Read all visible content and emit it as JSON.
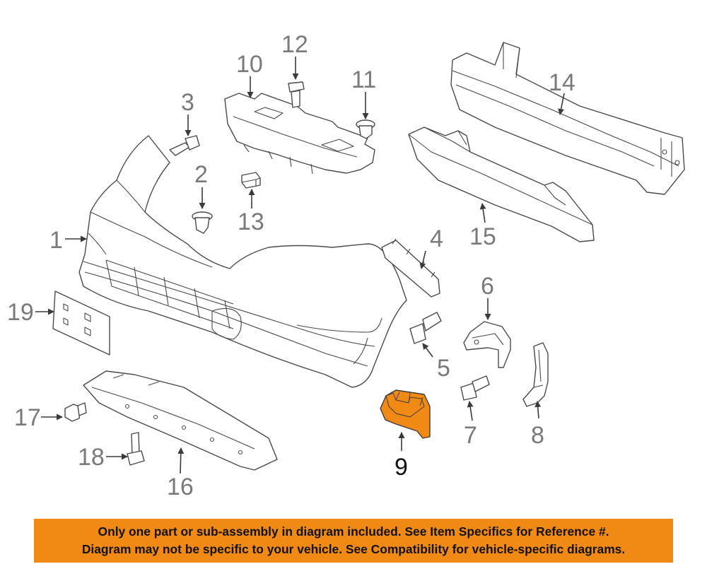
{
  "callouts": {
    "c1": "1",
    "c2": "2",
    "c3": "3",
    "c4": "4",
    "c5": "5",
    "c6": "6",
    "c7": "7",
    "c8": "8",
    "c9": "9",
    "c10": "10",
    "c11": "11",
    "c12": "12",
    "c13": "13",
    "c14": "14",
    "c15": "15",
    "c16": "16",
    "c17": "17",
    "c18": "18",
    "c19": "19"
  },
  "highlighted_part": "9",
  "colors": {
    "highlight": "#f08a14",
    "banner": "#f08a14",
    "line": "#4a4a4a",
    "callout": "#7a7a7a"
  },
  "banner": {
    "line1": "Only one part or sub-assembly in diagram included. See Item Specifics for Reference #.",
    "line2": "Diagram may not be specific to your vehicle. See Compatibility for vehicle-specific diagrams."
  }
}
